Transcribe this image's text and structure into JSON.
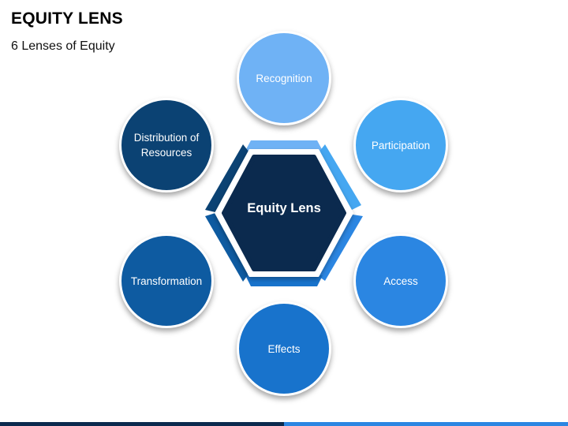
{
  "title": "EQUITY LENS",
  "subtitle": "6 Lenses of Equity",
  "center": {
    "label": "Equity Lens",
    "color": "#0b2a4e"
  },
  "lenses": [
    {
      "label": "Recognition",
      "color": "#6fb2f5"
    },
    {
      "label": "Participation",
      "color": "#45a7f1"
    },
    {
      "label": "Access",
      "color": "#2b86e2"
    },
    {
      "label": "Effects",
      "color": "#1873cc"
    },
    {
      "label": "Transformation",
      "color": "#0e5ba1"
    },
    {
      "label": "Distribution of Resources",
      "color": "#0b4273"
    }
  ],
  "footer": {
    "colors": [
      "#0b2a4e",
      "#2b86e2"
    ]
  }
}
